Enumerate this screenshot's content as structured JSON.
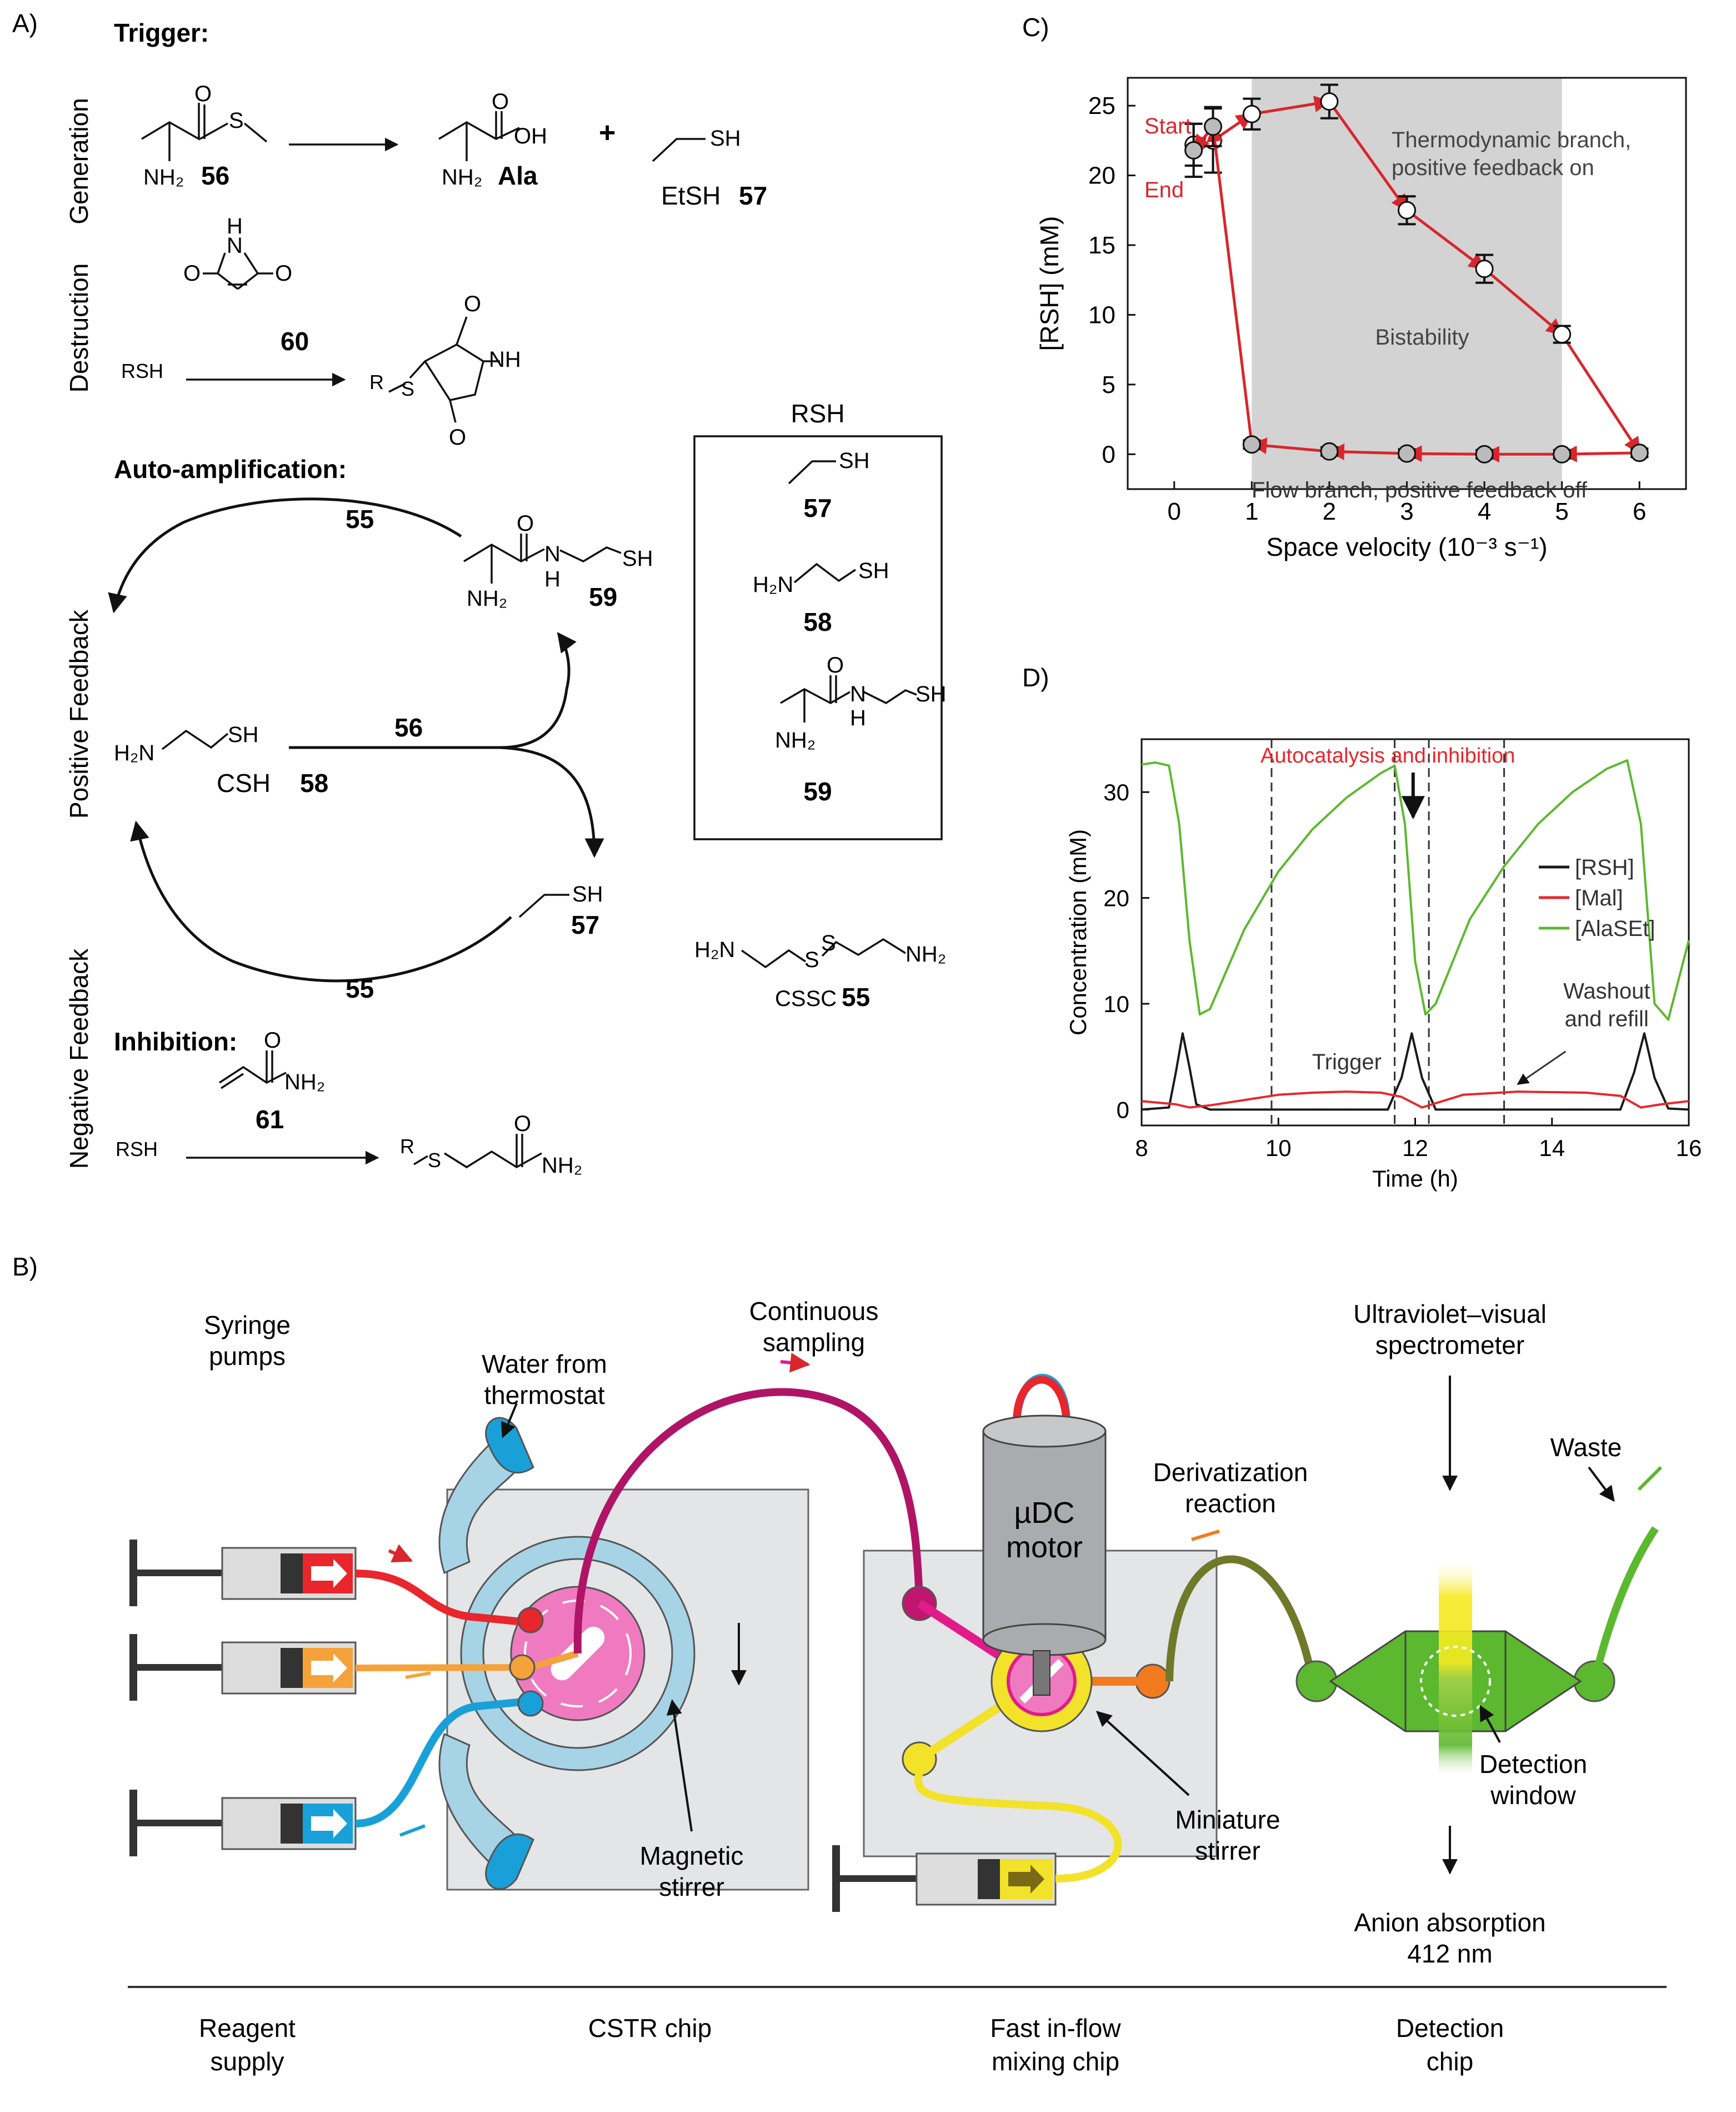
{
  "panels": {
    "a": "A)",
    "b": "B)",
    "c": "C)",
    "d": "D)"
  },
  "panel_a": {
    "sections": {
      "trigger": "Trigger:",
      "auto": "Auto-amplification:",
      "inhibition": "Inhibition:"
    },
    "side_labels": {
      "generation": "Generation",
      "destruction": "Destruction",
      "positive": "Positive Feedback",
      "negative": "Negative Feedback"
    },
    "atoms": {
      "S": "S",
      "O": "O",
      "OH": "OH",
      "NH2": "NH₂",
      "H2N": "H₂N",
      "SH": "SH",
      "N": "N",
      "H": "H",
      "NH": "NH",
      "RSH": "RSH",
      "R": "R",
      "plus": "+"
    },
    "compounds": {
      "c56": "56",
      "ala": "Ala",
      "etsh": "EtSH",
      "c57": "57",
      "c60": "60",
      "c55": "55",
      "c59": "59",
      "c58": "58",
      "csh": "CSH",
      "c61": "61",
      "cssc": "CSSC"
    },
    "rsh_box": {
      "title": "RSH",
      "items": [
        "57",
        "58",
        "59"
      ]
    }
  },
  "panel_b": {
    "labels": {
      "syringe": "Syringe\npumps",
      "water": "Water from\nthermostat",
      "sampling": "Continuous\nsampling",
      "motor": "µDC\nmotor",
      "derivatization": "Derivatization\nreaction",
      "uv": "Ultraviolet–visual\nspectrometer",
      "waste": "Waste",
      "magnetic": "Magnetic\nstirrer",
      "miniature": "Miniature\nstirrer",
      "detection": "Detection\nwindow",
      "anion": "Anion absorption\n412 nm"
    },
    "footer": [
      "Reagent\nsupply",
      "CSTR chip",
      "Fast in-flow\nmixing chip",
      "Detection\nchip"
    ],
    "colors": {
      "red": "#e8262c",
      "orange": "#f5a23a",
      "blue": "#1aa0d8",
      "magenta": "#c0166f",
      "pink": "#f07ac0",
      "yellow": "#f2e22a",
      "green": "#5cb82e",
      "lightblue": "#a7d3e6",
      "chip": "#e4e5e7",
      "motor": "#a9abae"
    }
  },
  "chart_data": [
    {
      "id": "C",
      "type": "line",
      "xlabel": "Space velocity (10⁻³ s⁻¹)",
      "ylabel": "[RSH] (mM)",
      "xlim": [
        -0.6,
        6.6
      ],
      "ylim": [
        -2.5,
        27
      ],
      "xticks": [
        0,
        1,
        2,
        3,
        4,
        5,
        6
      ],
      "yticks": [
        0,
        5,
        10,
        15,
        20,
        25
      ],
      "shaded_region": [
        1,
        5
      ],
      "annotations": {
        "start": "Start",
        "end": "End",
        "thermo": "Thermodynamic branch,\npositive feedback on",
        "bistability": "Bistability",
        "flow": "Flow branch, positive feedback off"
      },
      "series": [
        {
          "name": "thermo",
          "x": [
            0.25,
            0.5,
            1,
            2,
            3,
            4,
            5,
            6
          ],
          "y": [
            22.2,
            22.5,
            24.4,
            25.3,
            17.5,
            13.3,
            8.6,
            0.1
          ],
          "err": [
            1.5,
            2.3,
            1.1,
            1.2,
            1.0,
            1.0,
            0.6,
            0.3
          ]
        },
        {
          "name": "flow",
          "x": [
            6,
            5,
            4,
            3,
            2,
            1,
            0.5,
            0.25
          ],
          "y": [
            0.1,
            0.0,
            0.0,
            0.05,
            0.2,
            0.7,
            23.5,
            21.8
          ],
          "err": [
            0.3,
            0.3,
            0.3,
            0.3,
            0.3,
            0.3,
            1.4,
            1.9
          ]
        }
      ]
    },
    {
      "id": "D",
      "type": "line",
      "xlabel": "Time (h)",
      "ylabel": "Concentration (mM)",
      "xlim": [
        8,
        16
      ],
      "ylim": [
        -1.5,
        35
      ],
      "xticks": [
        8,
        10,
        12,
        14,
        16
      ],
      "yticks": [
        0,
        10,
        20,
        30
      ],
      "title": "Autocatalysis and inhibition",
      "vlines": [
        9.9,
        11.7,
        12.2,
        13.3
      ],
      "annotations": {
        "trigger": "Trigger",
        "washout": "Washout\nand refill"
      },
      "series": [
        {
          "name": "[RSH]",
          "color": "#1a1a1a",
          "x": [
            8,
            8.4,
            8.5,
            8.6,
            8.7,
            8.8,
            9.0,
            11.6,
            11.8,
            11.95,
            12.1,
            12.3,
            15.0,
            15.2,
            15.35,
            15.5,
            15.7,
            16
          ],
          "y": [
            0,
            0.2,
            3.5,
            7.2,
            4.0,
            0.5,
            0,
            0,
            3.0,
            7.2,
            3.0,
            0,
            0,
            3.5,
            7.2,
            3.0,
            0.1,
            0
          ]
        },
        {
          "name": "[Mal]",
          "color": "#e8262c",
          "x": [
            8,
            8.5,
            8.7,
            9.0,
            9.6,
            10.0,
            10.5,
            11.0,
            11.5,
            11.8,
            12.1,
            12.3,
            12.7,
            13.5,
            14.5,
            15.0,
            15.3,
            15.6,
            16
          ],
          "y": [
            0.8,
            0.5,
            0.2,
            0.4,
            1.0,
            1.4,
            1.6,
            1.7,
            1.6,
            1.2,
            0.2,
            0.6,
            1.4,
            1.7,
            1.6,
            1.3,
            0.2,
            0.5,
            0.8
          ]
        },
        {
          "name": "[AlaSEt]",
          "color": "#5cb82e",
          "x": [
            8,
            8.2,
            8.4,
            8.55,
            8.7,
            8.85,
            9.0,
            9.5,
            10.0,
            10.5,
            11.0,
            11.5,
            11.7,
            11.85,
            12.0,
            12.15,
            12.3,
            12.8,
            13.3,
            13.8,
            14.3,
            14.8,
            15.1,
            15.3,
            15.5,
            15.7,
            16
          ],
          "y": [
            32.6,
            32.8,
            32.5,
            27,
            16,
            9,
            9.5,
            17,
            22.5,
            26.5,
            29.5,
            31.8,
            32.5,
            27,
            14,
            9,
            10,
            18,
            23,
            27,
            30,
            32.2,
            33,
            27,
            10,
            8.5,
            16
          ]
        }
      ]
    }
  ]
}
